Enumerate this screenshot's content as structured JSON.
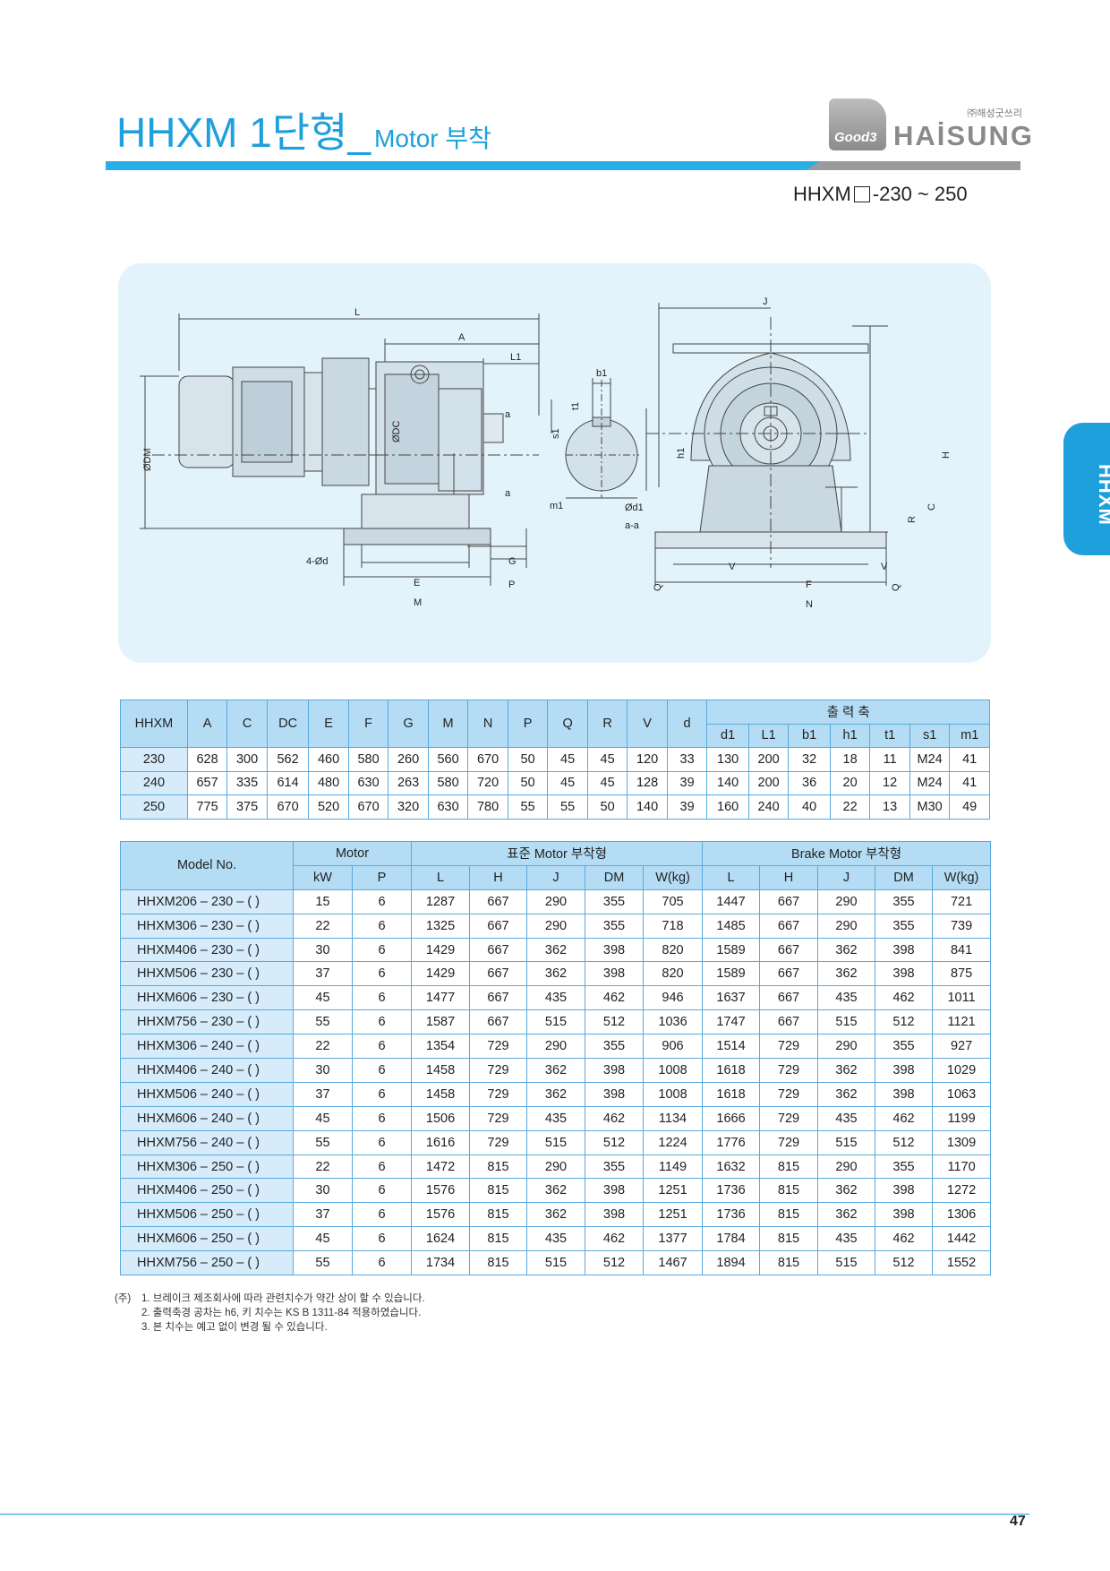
{
  "header": {
    "title_main": "HHXM 1단형",
    "title_sep": "_",
    "title_sub": "Motor 부착",
    "logo_badge": "Good3",
    "logo_kr": "㈜해성굿쓰리",
    "logo_en": "HAİSUNG",
    "series_prefix": "HHXM",
    "series_range": "-230 ~ 250"
  },
  "side_tab": "HHXM",
  "drawing": {
    "labels": [
      "L",
      "A",
      "L1",
      "J",
      "b1",
      "t1",
      "s1",
      "h1",
      "a",
      "a",
      "ØDC",
      "ØDM",
      "m1",
      "Ød1",
      "a-a",
      "4-Ød",
      "G",
      "E",
      "P",
      "M",
      "H",
      "C",
      "R",
      "V",
      "V",
      "Q",
      "Q",
      "F",
      "N"
    ]
  },
  "dims_table": {
    "group_header": "출 력 축",
    "headers": [
      "HHXM",
      "A",
      "C",
      "DC",
      "E",
      "F",
      "G",
      "M",
      "N",
      "P",
      "Q",
      "R",
      "V",
      "d"
    ],
    "sub_headers": [
      "d1",
      "L1",
      "b1",
      "h1",
      "t1",
      "s1",
      "m1"
    ],
    "rows": [
      [
        "230",
        "628",
        "300",
        "562",
        "460",
        "580",
        "260",
        "560",
        "670",
        "50",
        "45",
        "45",
        "120",
        "33",
        "130",
        "200",
        "32",
        "18",
        "11",
        "M24",
        "41"
      ],
      [
        "240",
        "657",
        "335",
        "614",
        "480",
        "630",
        "263",
        "580",
        "720",
        "50",
        "45",
        "45",
        "128",
        "39",
        "140",
        "200",
        "36",
        "20",
        "12",
        "M24",
        "41"
      ],
      [
        "250",
        "775",
        "375",
        "670",
        "520",
        "670",
        "320",
        "630",
        "780",
        "55",
        "55",
        "50",
        "140",
        "39",
        "160",
        "240",
        "40",
        "22",
        "13",
        "M30",
        "49"
      ]
    ]
  },
  "model_table": {
    "model_header": "Model No.",
    "motor_header": "Motor",
    "std_header": "표준 Motor 부착형",
    "brake_header": "Brake Motor 부착형",
    "sub_headers": [
      "kW",
      "P",
      "L",
      "H",
      "J",
      "DM",
      "W(kg)",
      "L",
      "H",
      "J",
      "DM",
      "W(kg)"
    ],
    "rows": [
      [
        "HHXM206 – 230 – (  )",
        "15",
        "6",
        "1287",
        "667",
        "290",
        "355",
        "705",
        "1447",
        "667",
        "290",
        "355",
        "721"
      ],
      [
        "HHXM306 – 230 – (  )",
        "22",
        "6",
        "1325",
        "667",
        "290",
        "355",
        "718",
        "1485",
        "667",
        "290",
        "355",
        "739"
      ],
      [
        "HHXM406 – 230 – (  )",
        "30",
        "6",
        "1429",
        "667",
        "362",
        "398",
        "820",
        "1589",
        "667",
        "362",
        "398",
        "841"
      ],
      [
        "HHXM506 – 230 – (  )",
        "37",
        "6",
        "1429",
        "667",
        "362",
        "398",
        "820",
        "1589",
        "667",
        "362",
        "398",
        "875"
      ],
      [
        "HHXM606 – 230 – (  )",
        "45",
        "6",
        "1477",
        "667",
        "435",
        "462",
        "946",
        "1637",
        "667",
        "435",
        "462",
        "1011"
      ],
      [
        "HHXM756 – 230 – (  )",
        "55",
        "6",
        "1587",
        "667",
        "515",
        "512",
        "1036",
        "1747",
        "667",
        "515",
        "512",
        "1121"
      ],
      [
        "HHXM306 – 240 – (  )",
        "22",
        "6",
        "1354",
        "729",
        "290",
        "355",
        "906",
        "1514",
        "729",
        "290",
        "355",
        "927"
      ],
      [
        "HHXM406 – 240 – (  )",
        "30",
        "6",
        "1458",
        "729",
        "362",
        "398",
        "1008",
        "1618",
        "729",
        "362",
        "398",
        "1029"
      ],
      [
        "HHXM506 – 240 – (  )",
        "37",
        "6",
        "1458",
        "729",
        "362",
        "398",
        "1008",
        "1618",
        "729",
        "362",
        "398",
        "1063"
      ],
      [
        "HHXM606 – 240 – (  )",
        "45",
        "6",
        "1506",
        "729",
        "435",
        "462",
        "1134",
        "1666",
        "729",
        "435",
        "462",
        "1199"
      ],
      [
        "HHXM756 – 240 – (  )",
        "55",
        "6",
        "1616",
        "729",
        "515",
        "512",
        "1224",
        "1776",
        "729",
        "515",
        "512",
        "1309"
      ],
      [
        "HHXM306 – 250 – (  )",
        "22",
        "6",
        "1472",
        "815",
        "290",
        "355",
        "1149",
        "1632",
        "815",
        "290",
        "355",
        "1170"
      ],
      [
        "HHXM406 – 250 – (  )",
        "30",
        "6",
        "1576",
        "815",
        "362",
        "398",
        "1251",
        "1736",
        "815",
        "362",
        "398",
        "1272"
      ],
      [
        "HHXM506 – 250 – (  )",
        "37",
        "6",
        "1576",
        "815",
        "362",
        "398",
        "1251",
        "1736",
        "815",
        "362",
        "398",
        "1306"
      ],
      [
        "HHXM606 – 250 – (  )",
        "45",
        "6",
        "1624",
        "815",
        "435",
        "462",
        "1377",
        "1784",
        "815",
        "435",
        "462",
        "1442"
      ],
      [
        "HHXM756 – 250 – (  )",
        "55",
        "6",
        "1734",
        "815",
        "515",
        "512",
        "1467",
        "1894",
        "815",
        "515",
        "512",
        "1552"
      ]
    ]
  },
  "notes": {
    "lead": "(주)",
    "items": [
      "1. 브레이크 제조회사에 따라 관련치수가 약간 상이 할 수 있습니다.",
      "2. 출력축경 공차는 h6, 키 치수는 KS B 1311-84 적용하였습니다.",
      "3. 본 치수는 예고 없이 변경 될 수 있습니다."
    ]
  },
  "page_number": "47"
}
